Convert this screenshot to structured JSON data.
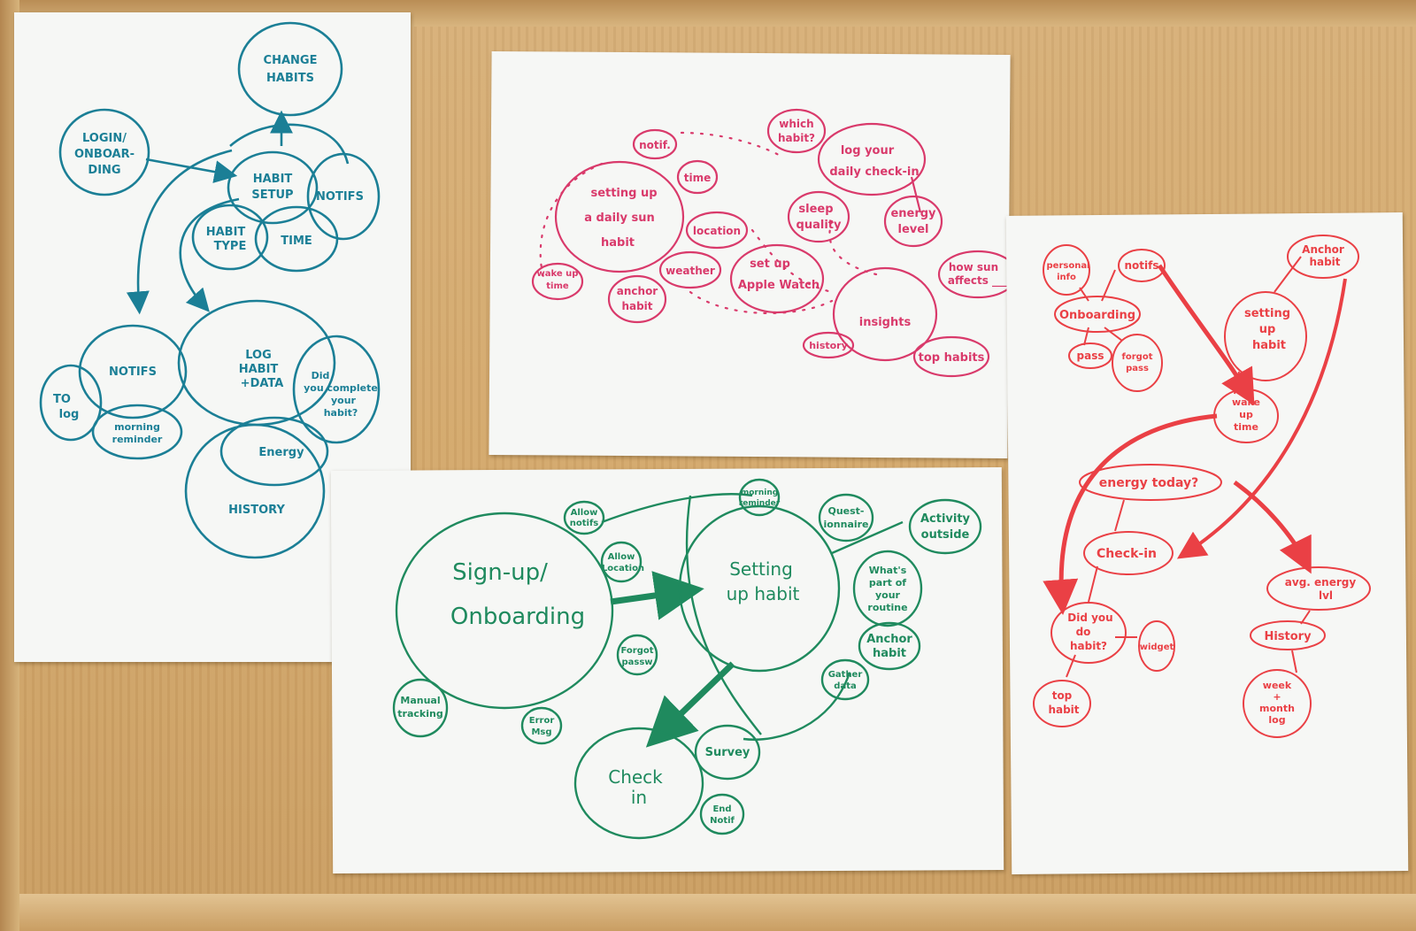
{
  "sheets": {
    "blue": {
      "color": "#1b7f96",
      "nodes": {
        "change_habits": [
          "CHANGE",
          "HABITS"
        ],
        "login": [
          "LOGIN/",
          "ONBOAR-",
          "DING"
        ],
        "habit_setup": [
          "HABIT",
          "SETUP"
        ],
        "notifs_top": "NOTIFS",
        "habit_type": [
          "HABIT",
          "TYPE"
        ],
        "time": "TIME",
        "notifs": "NOTIFS",
        "log_habit": [
          "LOG",
          "HABIT",
          "+DATA"
        ],
        "to_log": [
          "TO",
          "log"
        ],
        "did_you": [
          "Did",
          "you complete",
          "your",
          "habit?"
        ],
        "morning": [
          "morning",
          "reminder"
        ],
        "energy": "Energy",
        "history": "HISTORY"
      }
    },
    "pink": {
      "color": "#d93a6b",
      "nodes": {
        "setting_up": [
          "setting up",
          "a daily sun",
          "habit"
        ],
        "notif": "notif.",
        "time": "time",
        "location": "location",
        "weather": "weather",
        "anchor": [
          "anchor",
          "habit"
        ],
        "wake_up": [
          "wake up",
          "time"
        ],
        "which_habit": [
          "which",
          "habit?"
        ],
        "log_checkin": [
          "log your",
          "daily check-in"
        ],
        "sleep": [
          "sleep",
          "quality"
        ],
        "energy": [
          "energy",
          "level"
        ],
        "apple_watch": [
          "set up",
          "Apple Watch"
        ],
        "insights": "insights",
        "how_sun": [
          "how sun",
          "affects ___"
        ],
        "history": "history",
        "top_habits": "top habits"
      }
    },
    "green": {
      "color": "#1f8a5e",
      "nodes": {
        "signup": [
          "Sign-up/",
          "Onboarding"
        ],
        "allow_notifs": [
          "Allow",
          "notifs"
        ],
        "allow_location": [
          "Allow",
          "Location"
        ],
        "forgot_pass": [
          "Forgot",
          "passw"
        ],
        "manual_tracking": [
          "Manual",
          "tracking"
        ],
        "error_msg": [
          "Error",
          "Msg"
        ],
        "setting_up_habit": [
          "Setting",
          "up habit"
        ],
        "morning_reminder": [
          "morning",
          "reminder"
        ],
        "questionnaire": [
          "Quest-",
          "ionnaire"
        ],
        "activity_outside": [
          "Activity",
          "outside"
        ],
        "whats_part": [
          "What's",
          "part of",
          "your",
          "routine"
        ],
        "anchor_habit": [
          "Anchor",
          "habit"
        ],
        "gather_data": [
          "Gather",
          "data"
        ],
        "check_in": [
          "Check",
          "in"
        ],
        "survey": "Survey",
        "end_notif": [
          "End",
          "Notif"
        ]
      }
    },
    "red": {
      "color": "#ea4045",
      "nodes": {
        "personal_info": [
          "personal",
          "info"
        ],
        "notifs": "notifs",
        "anchor_habit": [
          "Anchor",
          "habit"
        ],
        "onboarding": "Onboarding",
        "setting_up_habit": [
          "setting",
          "up",
          "habit"
        ],
        "pass": "pass",
        "forgot_pass": [
          "forgot",
          "pass"
        ],
        "wake_up_time": [
          "wake",
          "up",
          "time"
        ],
        "energy_today": "energy today?",
        "check_in": "Check-in",
        "avg_energy": [
          "avg. energy",
          "lvl"
        ],
        "did_you": [
          "Did you",
          "do",
          "habit?"
        ],
        "widget": "widget",
        "history": "History",
        "top_habit": [
          "top",
          "habit"
        ],
        "week_month": [
          "week",
          "+",
          "month",
          "log"
        ]
      }
    }
  }
}
